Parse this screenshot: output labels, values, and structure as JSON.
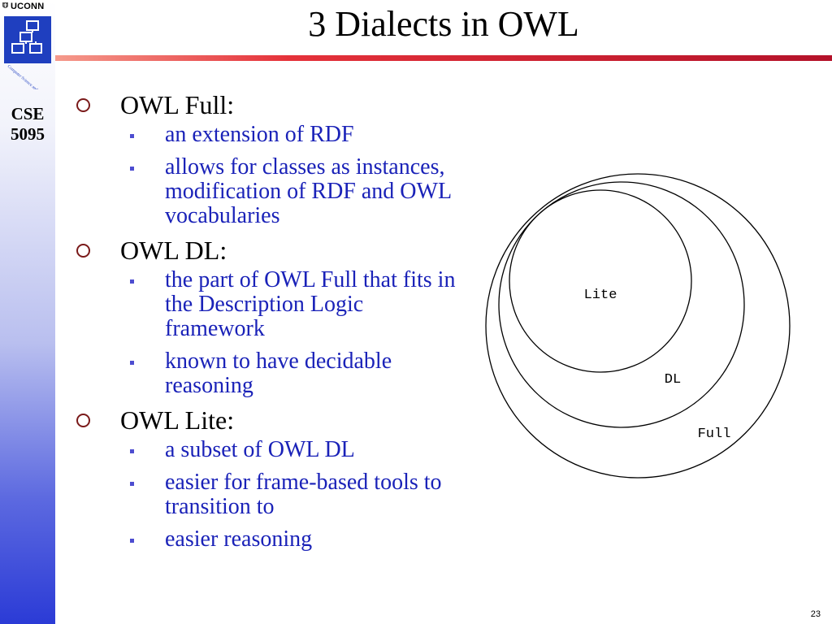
{
  "header": {
    "brand": "UCONN",
    "course": "CSE 5095",
    "logo_text": "Computer Science and Engineering"
  },
  "slide": {
    "title": "3 Dialects in OWL",
    "items": [
      {
        "label": "OWL Full:",
        "subs": [
          "an extension of RDF",
          "allows for classes as instances, modification of RDF and OWL vocabularies"
        ]
      },
      {
        "label": "OWL DL:",
        "subs": [
          "the part of OWL Full that fits in the Description Logic framework",
          "known to have decidable reasoning"
        ]
      },
      {
        "label": "OWL Lite:",
        "subs": [
          "a subset of OWL DL",
          "easier for frame-based tools to transition to",
          "easier reasoning"
        ]
      }
    ],
    "page_number": "23"
  },
  "diagram": {
    "labels": {
      "lite": "Lite",
      "dl": "DL",
      "full": "Full"
    }
  },
  "colors": {
    "sub_text": "#1a22b8",
    "rule_red": "#b4122a",
    "sidebar_blue": "#2b3bd6",
    "logo_blue": "#1f3fbf"
  },
  "icons": {
    "bullet_l1": "hollow-circle",
    "bullet_l2": "square"
  }
}
